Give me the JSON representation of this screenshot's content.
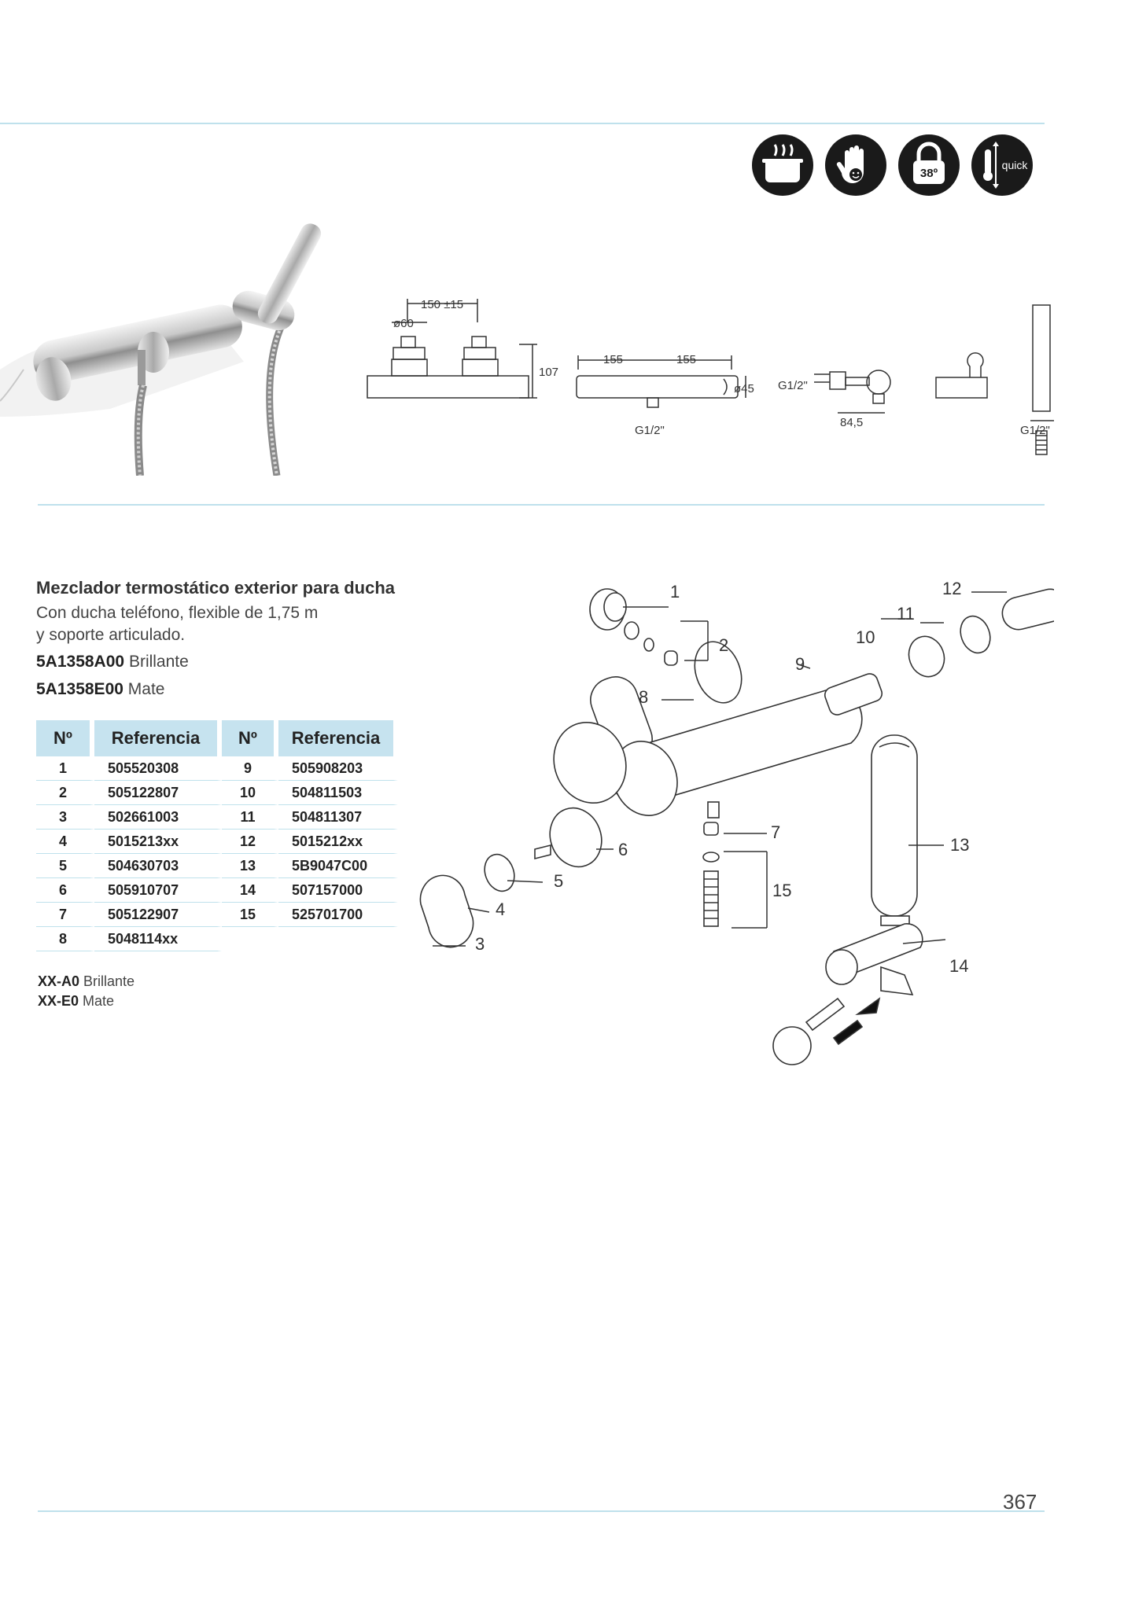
{
  "product": {
    "title": "Mezclador termostático exterior para ducha",
    "description_line1": "Con ducha teléfono, flexible de 1,75 m",
    "description_line2": "y soporte articulado.",
    "variants": [
      {
        "code": "5A1358A00",
        "finish": "Brillante"
      },
      {
        "code": "5A1358E00",
        "finish": "Mate"
      }
    ]
  },
  "feature_icons": [
    {
      "name": "cold-touch-icon"
    },
    {
      "name": "safe-hand-icon"
    },
    {
      "name": "temperature-lock-icon",
      "text": "38º"
    },
    {
      "name": "quick-thermostat-icon",
      "text": "quick"
    }
  ],
  "dimensions": {
    "spacing": "150 ±15",
    "diameter_handle": "ø60",
    "height": "107",
    "half_length_left": "155",
    "half_length_right": "155",
    "diameter_body": "ø45",
    "thread_bottom": "G1/2\"",
    "thread_side": "G1/2\"",
    "depth": "84,5",
    "thread_hand_shower": "G1/2\""
  },
  "parts_table": {
    "headers": {
      "no": "Nº",
      "ref": "Referencia"
    },
    "rows": [
      {
        "no_left": "1",
        "ref_left": "505520308",
        "no_right": "9",
        "ref_right": "505908203"
      },
      {
        "no_left": "2",
        "ref_left": "505122807",
        "no_right": "10",
        "ref_right": "504811503"
      },
      {
        "no_left": "3",
        "ref_left": "502661003",
        "no_right": "11",
        "ref_right": "504811307"
      },
      {
        "no_left": "4",
        "ref_left": "5015213xx",
        "no_right": "12",
        "ref_right": "5015212xx"
      },
      {
        "no_left": "5",
        "ref_left": "504630703",
        "no_right": "13",
        "ref_right": "5B9047C00"
      },
      {
        "no_left": "6",
        "ref_left": "505910707",
        "no_right": "14",
        "ref_right": "507157000"
      },
      {
        "no_left": "7",
        "ref_left": "505122907",
        "no_right": "15",
        "ref_right": "525701700"
      },
      {
        "no_left": "8",
        "ref_left": "5048114xx",
        "no_right": "",
        "ref_right": ""
      }
    ]
  },
  "finish_codes": [
    {
      "code": "XX-A0",
      "finish": "Brillante"
    },
    {
      "code": "XX-E0",
      "finish": "Mate"
    }
  ],
  "exploded_view_labels": [
    "1",
    "2",
    "3",
    "4",
    "5",
    "6",
    "7",
    "8",
    "9",
    "10",
    "11",
    "12",
    "13",
    "14",
    "15"
  ],
  "page_number": "367",
  "colors": {
    "rule": "#bfe1ec",
    "table_header": "#c6e3ef",
    "text": "#333333"
  }
}
